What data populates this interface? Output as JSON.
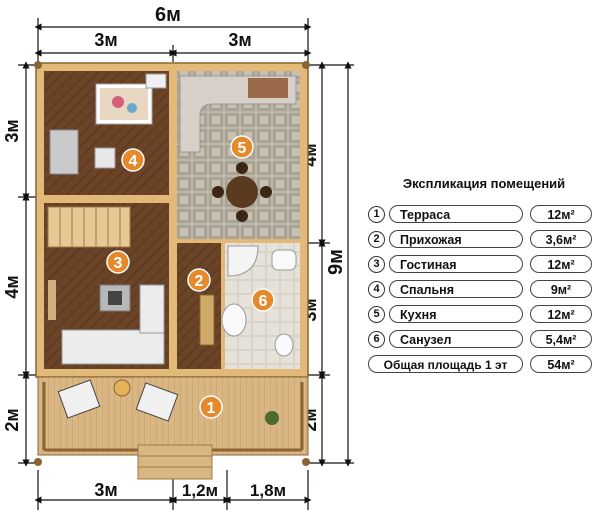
{
  "dimensions": {
    "top_total": "6м",
    "top_left": "3м",
    "top_right": "3м",
    "left_upper": "3м",
    "left_middle": "4м",
    "left_lower": "2м",
    "right_upper": "4м",
    "right_middle": "3м",
    "right_lower": "2м",
    "right_total": "9м",
    "bottom_left": "3м",
    "bottom_middle": "1,2м",
    "bottom_right": "1,8м"
  },
  "markers": [
    "1",
    "2",
    "3",
    "4",
    "5",
    "6"
  ],
  "legend": {
    "title": "Экспликация помещений",
    "rooms": [
      {
        "num": "1",
        "name": "Терраса",
        "area": "12м²"
      },
      {
        "num": "2",
        "name": "Прихожая",
        "area": "3,6м²"
      },
      {
        "num": "3",
        "name": "Гостиная",
        "area": "12м²"
      },
      {
        "num": "4",
        "name": "Спальня",
        "area": "9м²"
      },
      {
        "num": "5",
        "name": "Кухня",
        "area": "12м²"
      },
      {
        "num": "6",
        "name": "Санузел",
        "area": "5,4м²"
      }
    ],
    "total_label": "Общая площадь 1 эт",
    "total_area": "54м²"
  },
  "colors": {
    "wall": "#e2b978",
    "wood_floor_dark": "#6b4326",
    "wood_floor_light": "#d9b683",
    "tile": "#b9b3a8",
    "marker": "#e58a2c"
  }
}
